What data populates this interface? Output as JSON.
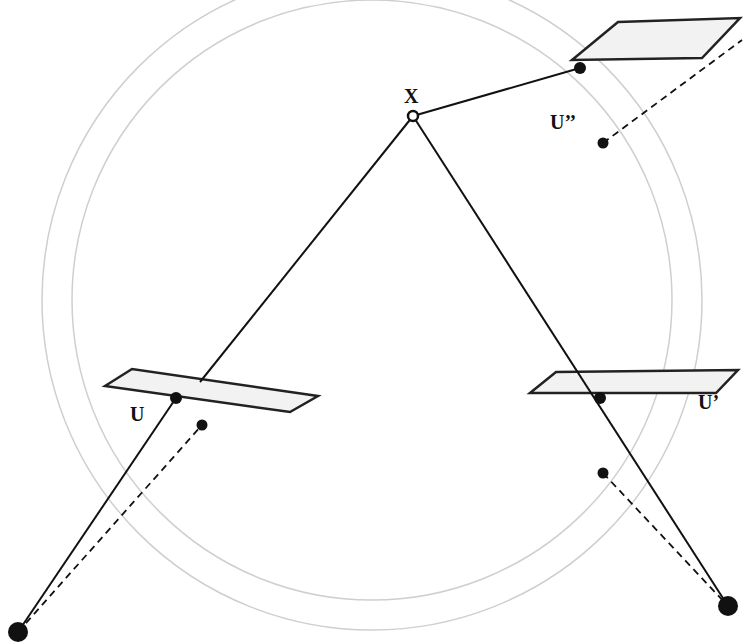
{
  "diagram": {
    "labels": [
      "X",
      "U",
      "U’",
      "U’’"
    ]
  }
}
